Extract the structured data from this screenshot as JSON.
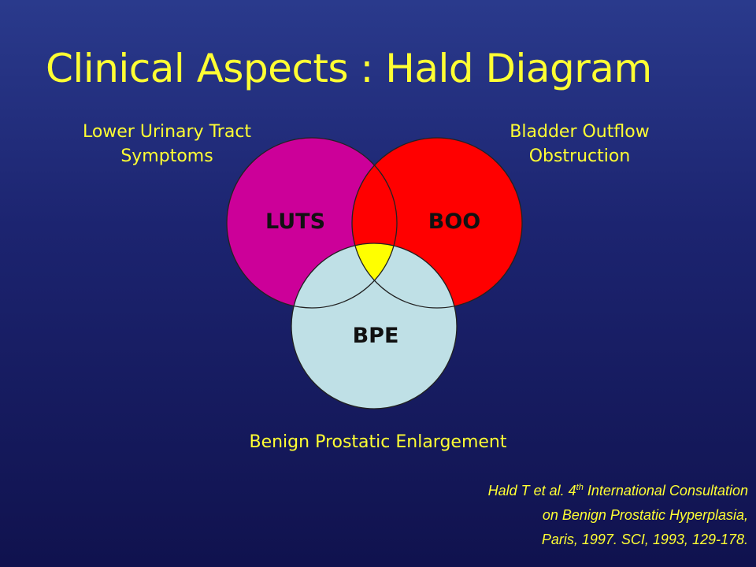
{
  "title": "Clinical Aspects : Hald Diagram",
  "circles": {
    "luts": {
      "abbr": "LUTS",
      "label_lines": [
        "Lower Urinary Tract",
        "Symptoms"
      ],
      "color": "#cc0099"
    },
    "boo": {
      "abbr": "BOO",
      "label_lines": [
        "Bladder Outflow",
        "Obstruction"
      ],
      "color": "#ff0000"
    },
    "bpe": {
      "abbr": "BPE",
      "label_lines": [
        "Benign Prostatic Enlargement"
      ],
      "color": "#bfe0e6"
    },
    "center_color": "#ffff00"
  },
  "citation": {
    "line1_pre": "Hald T et al. 4",
    "line1_sup": "th",
    "line1_post": " International Consultation",
    "line2": "on Benign Prostatic Hyperplasia,",
    "line3": "Paris, 1997. SCI, 1993, 129-178."
  },
  "colors": {
    "background": "#1c2470",
    "text": "#ffff33"
  }
}
